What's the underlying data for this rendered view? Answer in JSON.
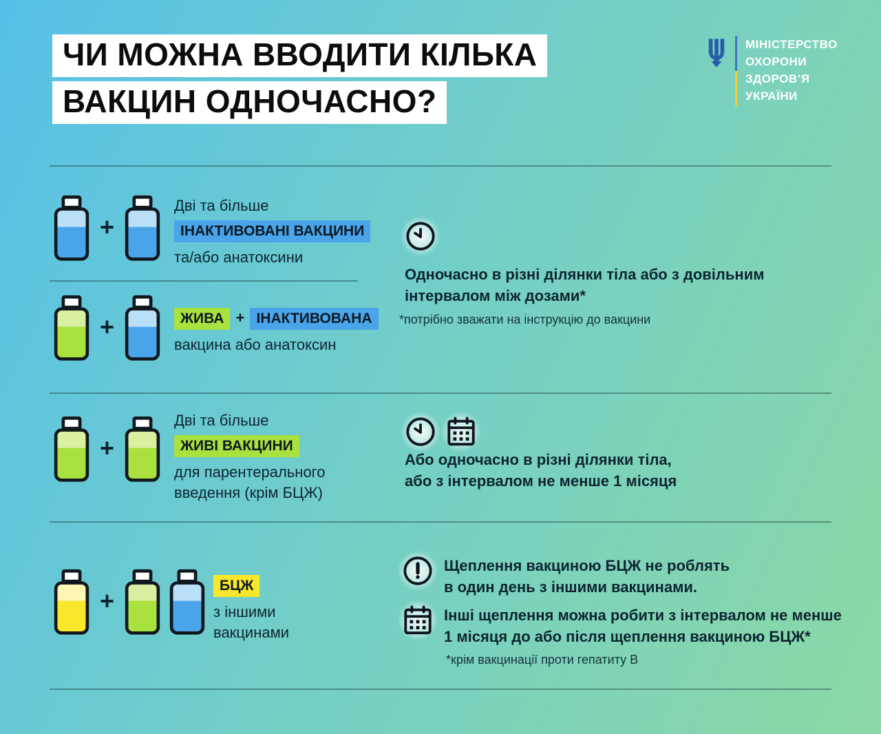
{
  "title": {
    "line1": "ЧИ МОЖНА ВВОДИТИ КІЛЬКА",
    "line2": "ВАКЦИН ОДНОЧАСНО?"
  },
  "ministry": {
    "lines": [
      "МІНІСТЕРСТВО",
      "ОХОРОНИ",
      "ЗДОРОВ’Я",
      "УКРАЇНИ"
    ]
  },
  "symbols": {
    "plus": "+"
  },
  "icons": {
    "clock_icon": "clock face with hands",
    "calendar_icon": "calendar grid with dots",
    "exclamation_icon": "exclamation mark in circle",
    "trident_icon": "Ukrainian tryzub trident",
    "vial_icon": "vaccine vial bottle",
    "plus_icon": "+"
  },
  "colors": {
    "background_start": "#57c0e8",
    "background_end": "#8cd8a5",
    "highlight_blue": "#4aa4ea",
    "highlight_green": "#a9e13e",
    "highlight_yellow": "#f9e72b",
    "vial_blue": "#4aa4ea",
    "vial_blue_light": "#b9e0f7",
    "vial_green": "#a9e13e",
    "vial_green_light": "#d8f0a0",
    "vial_yellow": "#f9e72b",
    "vial_yellow_light": "#fdf6b4",
    "title_background": "#ffffff",
    "body_text": "#0d2530",
    "trident_blue": "#2a5ca8",
    "flag_bar_blue": "#3f74c7",
    "flag_bar_yellow": "#f3cf2c"
  },
  "row_inactivated": {
    "intro": "Дві та більше",
    "highlight": "ІНАКТИВОВАНІ ВАКЦИНИ",
    "tail": "та/або анатоксини"
  },
  "row_live_inactivated": {
    "highlight_live": "ЖИВА",
    "highlight_inactivated": "ІНАКТИВОВАНА",
    "tail": "вакцина або анатоксин"
  },
  "row_live": {
    "intro": "Дві та більше",
    "highlight": "ЖИВІ ВАКЦИНИ",
    "tail_line1": "для парентерального",
    "tail_line2": "введення (крім БЦЖ)"
  },
  "row_bcg": {
    "highlight": "БЦЖ",
    "tail_line1": "з іншими",
    "tail_line2": "вакцинами"
  },
  "note_inactivated": {
    "bold_line1": "Одночасно в різні ділянки тіла або з довільним",
    "bold_line2": "інтервалом між дозами*",
    "footnote": "*потрібно зважати на інструкцію до вакцини"
  },
  "note_live": {
    "bold_line1": "Або одночасно в різні ділянки тіла,",
    "bold_line2": "або з інтервалом не менше 1 місяця"
  },
  "note_bcg_warning": {
    "bold_line1": "Щеплення вакциною БЦЖ не роблять",
    "bold_line2": "в один день з іншими вакцинами."
  },
  "note_bcg_interval": {
    "bold_line1": "Інші щеплення можна робити з інтервалом не менше",
    "bold_line2": "1 місяця до або після щеплення вакциною БЦЖ*",
    "footnote": "*крім вакцинації проти гепатиту В"
  }
}
